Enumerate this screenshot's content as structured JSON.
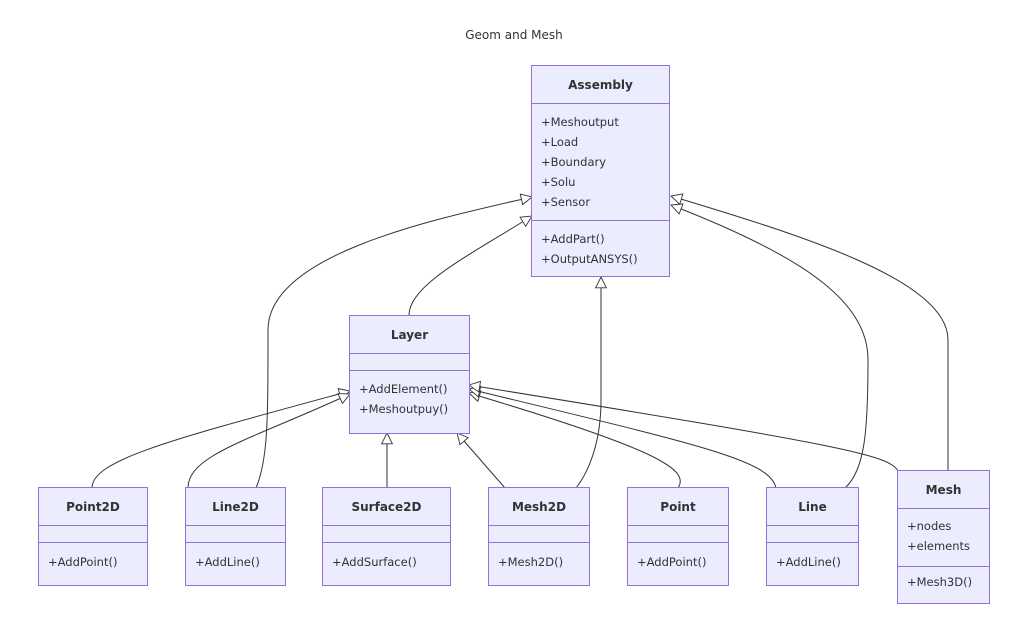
{
  "diagram": {
    "title": "Geom and Mesh",
    "classes": {
      "assembly": {
        "name": "Assembly",
        "attributes": [
          "+Meshoutput",
          "+Load",
          "+Boundary",
          "+Solu",
          "+Sensor"
        ],
        "methods": [
          "+AddPart()",
          "+OutputANSYS()"
        ]
      },
      "layer": {
        "name": "Layer",
        "attributes": [],
        "methods": [
          "+AddElement()",
          "+Meshoutpuy()"
        ]
      },
      "point2d": {
        "name": "Point2D",
        "attributes": [],
        "methods": [
          "+AddPoint()"
        ]
      },
      "line2d": {
        "name": "Line2D",
        "attributes": [],
        "methods": [
          "+AddLine()"
        ]
      },
      "surface2d": {
        "name": "Surface2D",
        "attributes": [],
        "methods": [
          "+AddSurface()"
        ]
      },
      "mesh2d": {
        "name": "Mesh2D",
        "attributes": [],
        "methods": [
          "+Mesh2D()"
        ]
      },
      "point": {
        "name": "Point",
        "attributes": [],
        "methods": [
          "+AddPoint()"
        ]
      },
      "line": {
        "name": "Line",
        "attributes": [],
        "methods": [
          "+AddLine()"
        ]
      },
      "mesh": {
        "name": "Mesh",
        "attributes": [
          "+nodes",
          "+elements"
        ],
        "methods": [
          "+Mesh3D()"
        ]
      }
    },
    "colors": {
      "class_fill": "#ececff",
      "class_border": "#9370db",
      "edge": "#333333"
    }
  }
}
